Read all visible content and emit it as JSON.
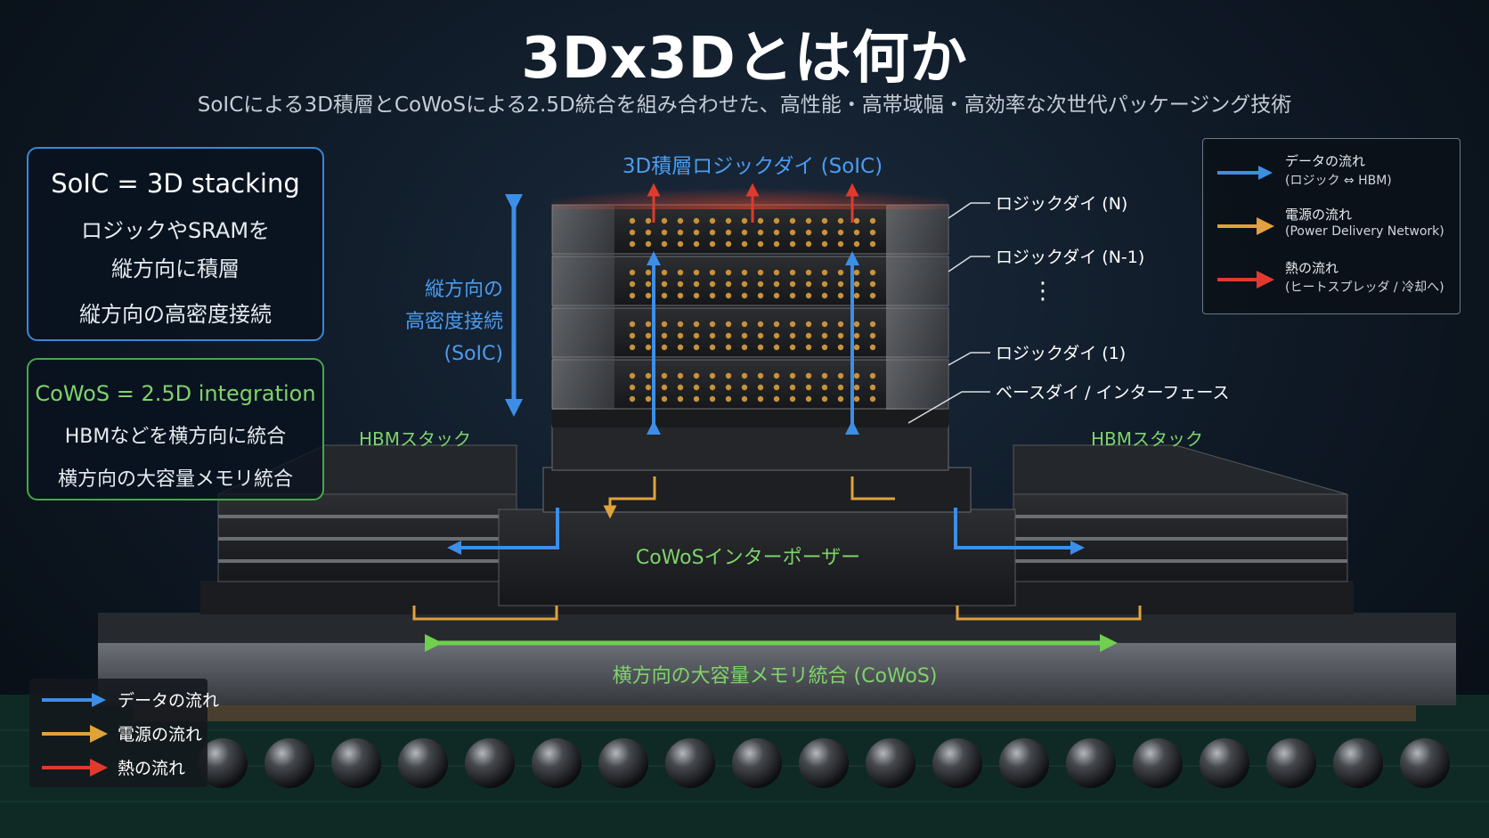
{
  "title": "3Dx3Dとは何か",
  "subtitle": "SoICによる3D積層とCoWoSによる2.5D統合を組み合わせた、高性能・高帯域幅・高効率な次世代パッケージング技術",
  "soic_box": {
    "heading": "SoIC = 3D stacking",
    "line1": "ロジックやSRAMを",
    "line2": "縦方向に積層",
    "line3": "縦方向の高密度接続"
  },
  "cowos_box": {
    "heading": "CoWoS = 2.5D integration",
    "line1": "HBMなどを横方向に統合",
    "line2": "横方向の大容量メモリ統合"
  },
  "diagram": {
    "stack_title": "3D積層ロジックダイ (SoIC)",
    "vertical_label": [
      "縦方向の",
      "高密度接続",
      "(SoIC)"
    ],
    "die_labels": [
      "ロジックダイ (N)",
      "ロジックダイ (N-1)",
      "ロジックダイ (1)",
      "ベースダイ / インターフェース"
    ],
    "ellipsis": "⋮",
    "hbm_left": "HBMスタック",
    "hbm_right": "HBMスタック",
    "interposer": "CoWoSインターポーザー",
    "horizontal_label": "横方向の大容量メモリ統合 (CoWoS)"
  },
  "legend_top": [
    {
      "title": "データの流れ",
      "detail": "(ロジック ⇔ HBM)",
      "color": "#3d8ee6"
    },
    {
      "title": "電源の流れ",
      "detail": "(Power Delivery Network)",
      "color": "#e0a23a"
    },
    {
      "title": "熱の流れ",
      "detail": "(ヒートスプレッダ / 冷却へ)",
      "color": "#e03a2e"
    }
  ],
  "legend_bottom": [
    {
      "label": "データの流れ",
      "color": "#3d8ee6"
    },
    {
      "label": "電源の流れ",
      "color": "#e0a23a"
    },
    {
      "label": "熱の流れ",
      "color": "#e03a2e"
    }
  ],
  "colors": {
    "data": "#3d8ee6",
    "power": "#e0a23a",
    "heat": "#e03a2e",
    "cowos_green": "#6fcf4f",
    "soic_blue": "#3b86d6"
  }
}
